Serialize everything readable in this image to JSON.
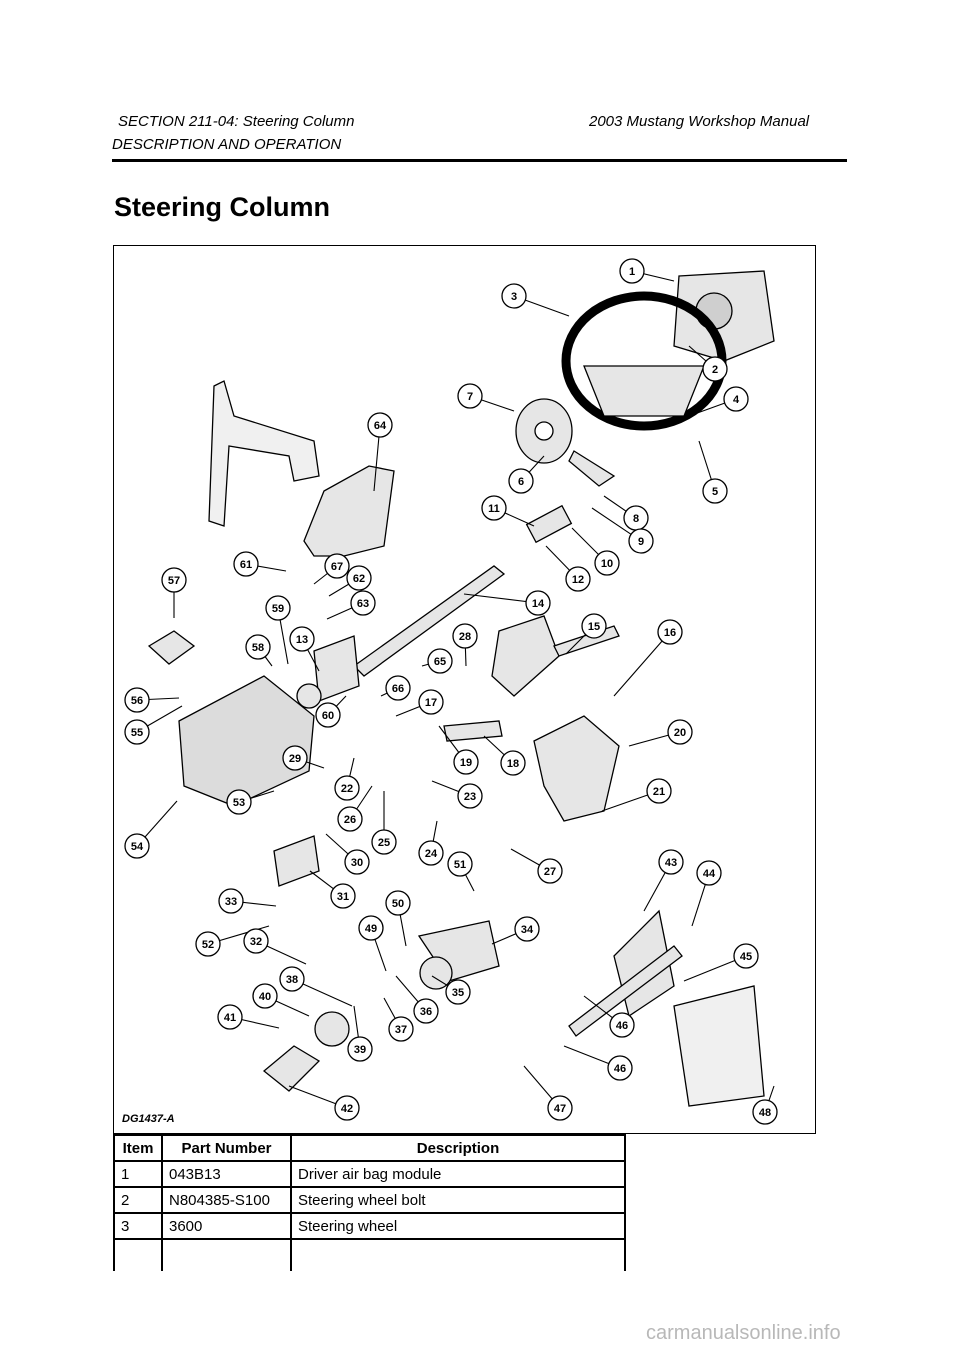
{
  "header": {
    "section": "SECTION 211-04: Steering Column",
    "manual": "2003 Mustang Workshop Manual",
    "subsection": "DESCRIPTION AND OPERATION"
  },
  "page_title": "Steering Column",
  "diagram": {
    "code": "DG1437-A",
    "callouts": [
      "1",
      "2",
      "3",
      "4",
      "5",
      "6",
      "7",
      "8",
      "9",
      "10",
      "11",
      "12",
      "13",
      "14",
      "15",
      "16",
      "17",
      "18",
      "19",
      "20",
      "21",
      "22",
      "23",
      "24",
      "25",
      "26",
      "27",
      "28",
      "29",
      "30",
      "31",
      "32",
      "33",
      "34",
      "35",
      "36",
      "37",
      "38",
      "39",
      "40",
      "41",
      "42",
      "43",
      "44",
      "45",
      "46",
      "46",
      "47",
      "48",
      "49",
      "50",
      "51",
      "52",
      "53",
      "54",
      "55",
      "56",
      "57",
      "58",
      "59",
      "60",
      "61",
      "62",
      "63",
      "64",
      "65",
      "66",
      "67"
    ]
  },
  "table": {
    "headers": [
      "Item",
      "Part Number",
      "Description"
    ],
    "rows": [
      [
        "1",
        "043B13",
        "Driver air bag module"
      ],
      [
        "2",
        "N804385-S100",
        "Steering wheel bolt"
      ],
      [
        "3",
        "3600",
        "Steering wheel"
      ]
    ]
  },
  "watermark": "carmanualsonline.info"
}
